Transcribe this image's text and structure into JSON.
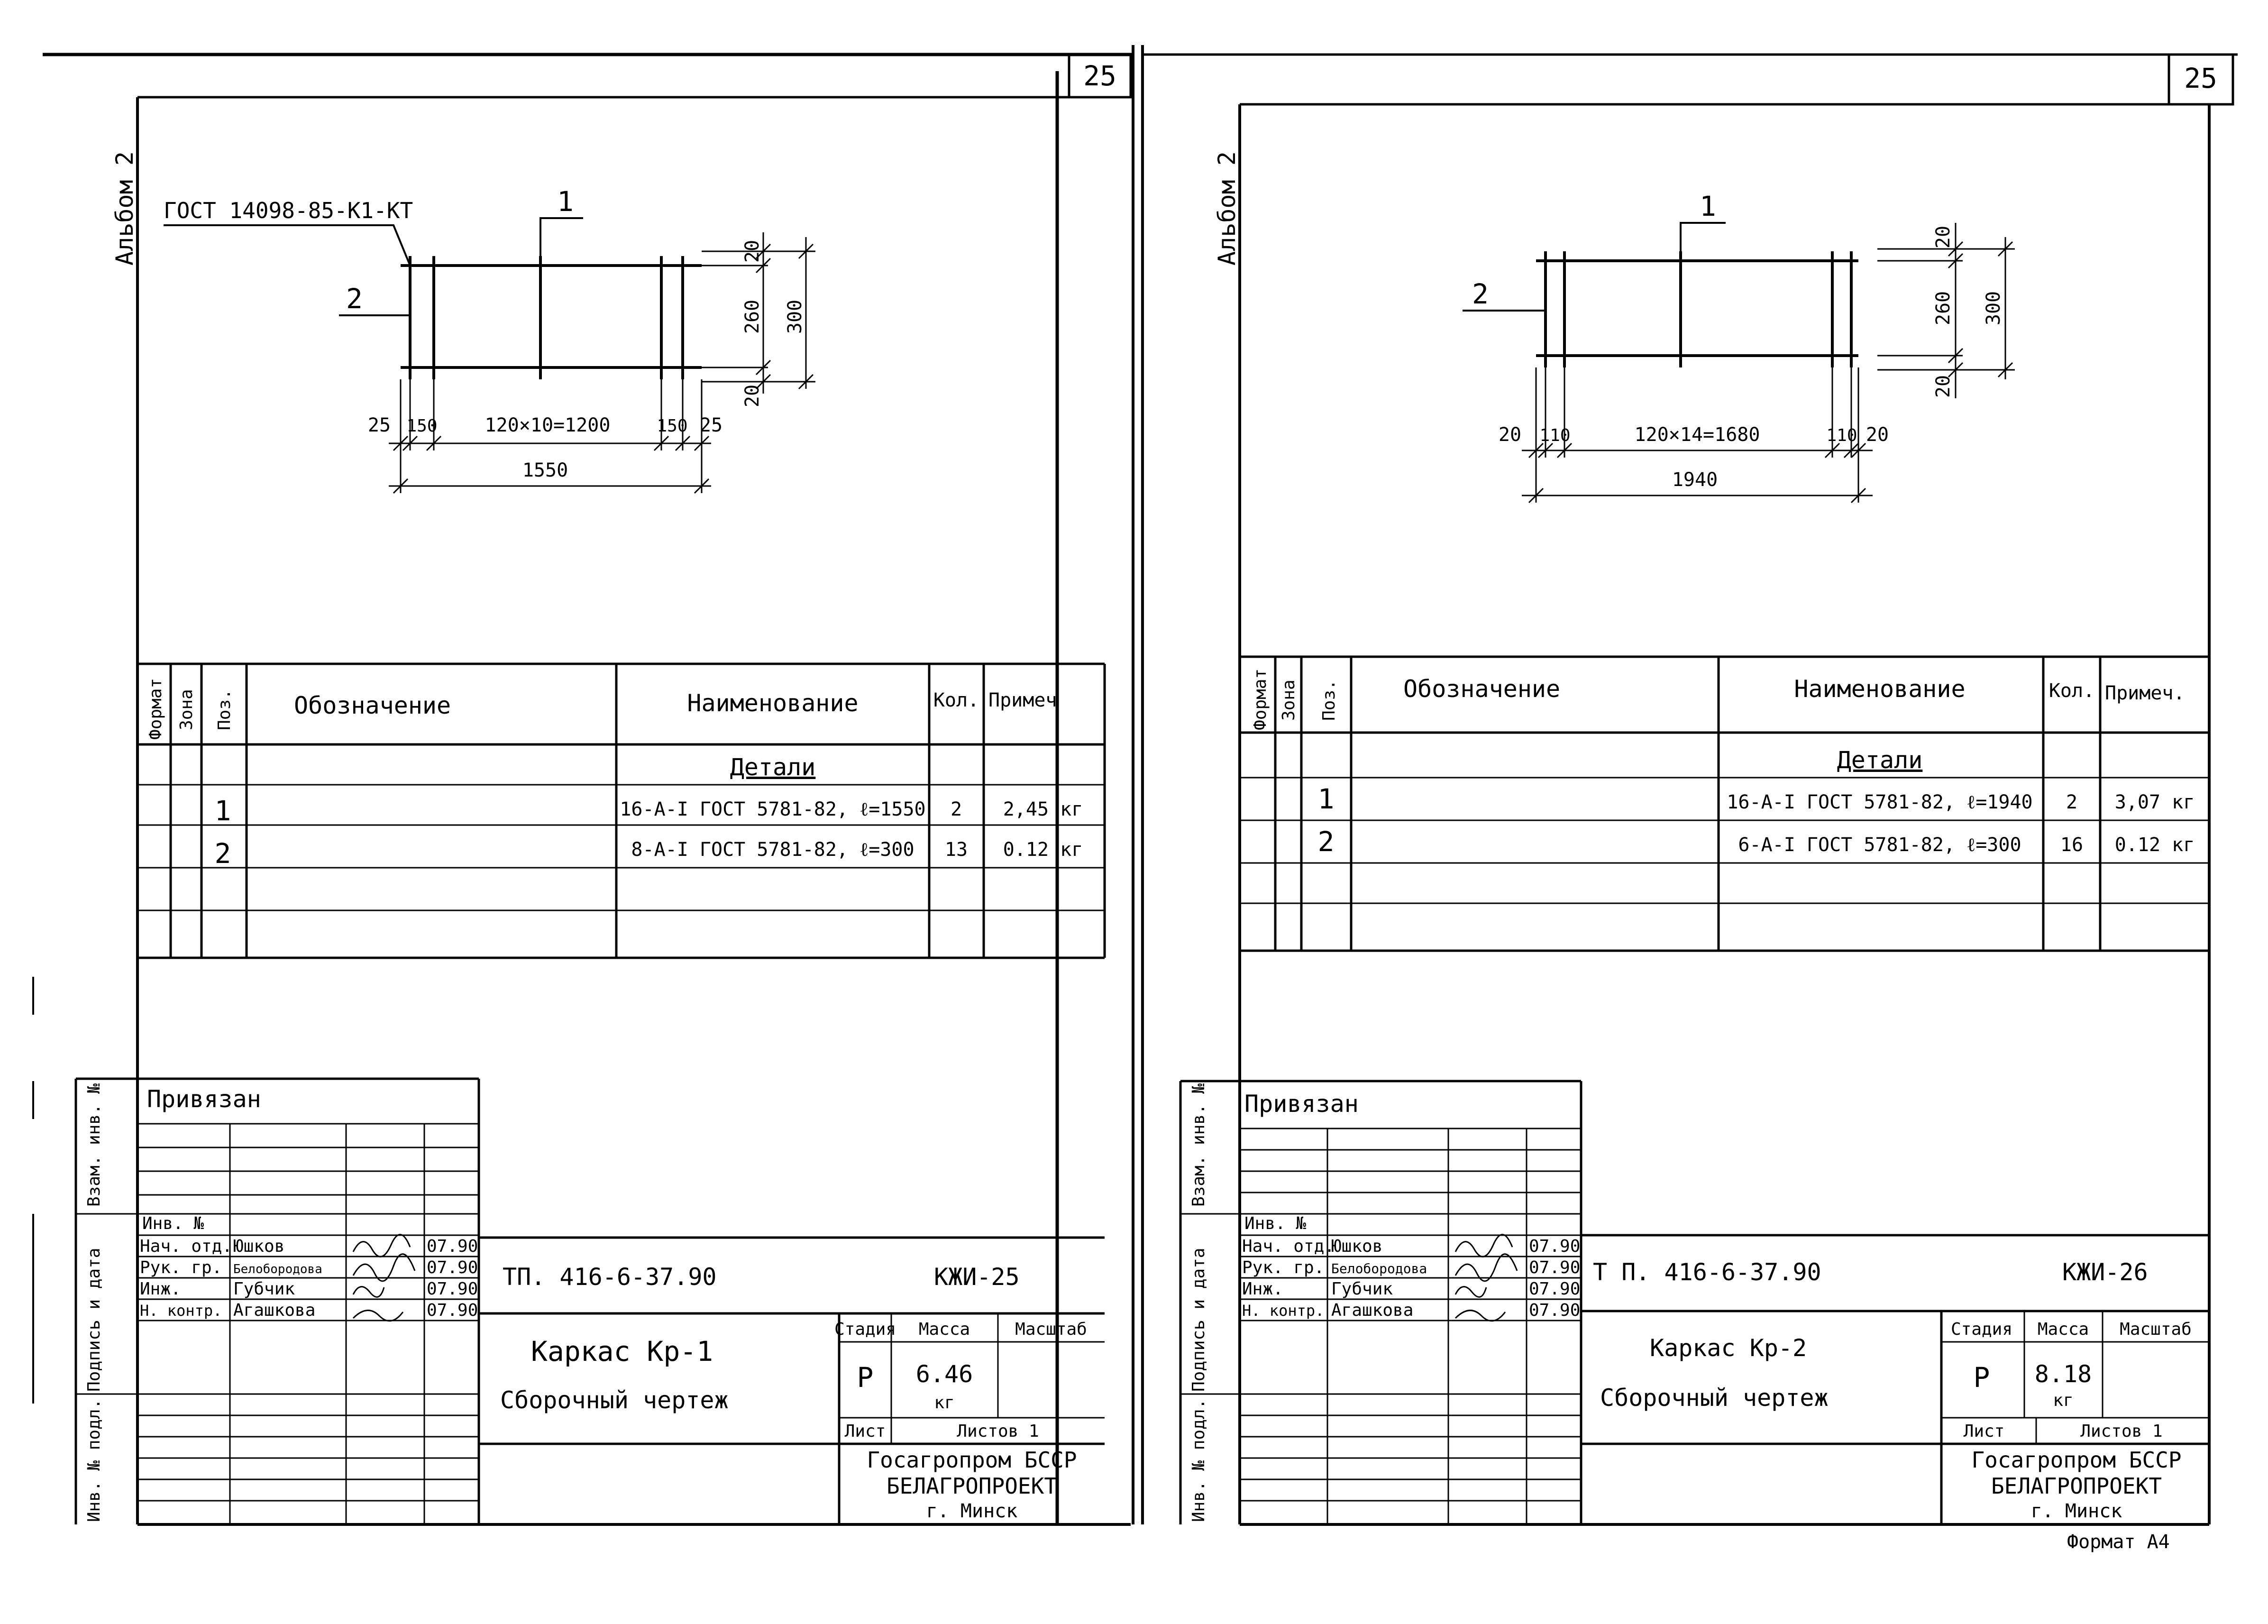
{
  "sheets": [
    {
      "page_number": "25",
      "album": "Альбом 2",
      "weld_note": "ГОСТ 14098-85-К1-КТ",
      "callouts": {
        "pos1": "1",
        "pos2": "2"
      },
      "dims": {
        "d20a": "20",
        "d260": "260",
        "d300": "300",
        "d20b": "20",
        "end_left": "25",
        "edge_left": "150",
        "span": "120×10=1200",
        "edge_right": "150",
        "end_right": "25",
        "overall": "1550"
      },
      "spec": {
        "headers": {
          "format": "Формат",
          "zone": "Зона",
          "pos": "Поз.",
          "designation": "Обозначение",
          "name": "Наименование",
          "qty": "Кол.",
          "note": "Примеч"
        },
        "section": "Детали",
        "rows": [
          {
            "pos": "1",
            "name": "16-А-I ГОСТ 5781-82, ℓ=1550",
            "qty": "2",
            "note": "2,45 кг"
          },
          {
            "pos": "2",
            "name": "8-А-I ГОСТ 5781-82, ℓ=300",
            "qty": "13",
            "note": "0.12 кг"
          }
        ]
      },
      "side_labels": {
        "vzam": "Взам. инв. №",
        "podpis": "Подпись и дата",
        "inv": "Инв. № подл."
      },
      "title_block": {
        "privyazan": "Привязан",
        "inv_no": "Инв. №",
        "staff": [
          {
            "role": "Нач. отд.",
            "name": "Юшков",
            "date": "07.90"
          },
          {
            "role": "Рук. гр.",
            "name": "Белобородова",
            "date": "07.90"
          },
          {
            "role": "Инж.",
            "name": "Губчик",
            "date": "07.90"
          },
          {
            "role": "Н. контр.",
            "name": "Агашкова",
            "date": "07.90"
          }
        ],
        "project": "ТП. 416-6-37.90",
        "code": "КЖИ-25",
        "title1": "Каркас  Кр-1",
        "title2": "Сборочный  чертеж",
        "stage_h": "Стадия",
        "mass_h": "Масса",
        "scale_h": "Масштаб",
        "stage": "Р",
        "mass": "6.46",
        "mass_unit": "кг",
        "sheet_h": "Лист",
        "sheets_h": "Листов 1",
        "org1": "Госагропром БССР",
        "org2": "БЕЛАГРОПРОЕКТ",
        "org3": "г. Минск"
      }
    },
    {
      "page_number": "25",
      "album": "Альбом 2",
      "callouts": {
        "pos1": "1",
        "pos2": "2"
      },
      "dims": {
        "d20a": "20",
        "d260": "260",
        "d300": "300",
        "d20b": "20",
        "end_left": "20",
        "edge_left": "110",
        "span": "120×14=1680",
        "edge_right": "110",
        "end_right": "20",
        "overall": "1940"
      },
      "spec": {
        "headers": {
          "format": "Формат",
          "zone": "Зона",
          "pos": "Поз.",
          "designation": "Обозначение",
          "name": "Наименование",
          "qty": "Кол.",
          "note": "Примеч."
        },
        "section": "Детали",
        "rows": [
          {
            "pos": "1",
            "name": "16-А-I ГОСТ 5781-82, ℓ=1940",
            "qty": "2",
            "note": "3,07 кг"
          },
          {
            "pos": "2",
            "name": "6-А-I ГОСТ 5781-82,  ℓ=300",
            "qty": "16",
            "note": "0.12 кг"
          }
        ]
      },
      "side_labels": {
        "vzam": "Взам. инв. №",
        "podpis": "Подпись и дата",
        "inv": "Инв. № подл."
      },
      "title_block": {
        "privyazan": "Привязан",
        "inv_no": "Инв. №",
        "staff": [
          {
            "role": "Нач. отд.",
            "name": "Юшков",
            "date": "07.90"
          },
          {
            "role": "Рук. гр.",
            "name": "Белобородова",
            "date": "07.90"
          },
          {
            "role": "Инж.",
            "name": "Губчик",
            "date": "07.90"
          },
          {
            "role": "Н. контр.",
            "name": "Агашкова",
            "date": "07.90"
          }
        ],
        "project": "Т П. 416-6-37.90",
        "code": "КЖИ-26",
        "title1": "Каркас  Кр-2",
        "title2": "Сборочный   чертеж",
        "stage_h": "Стадия",
        "mass_h": "Масса",
        "scale_h": "Масштаб",
        "stage": "Р",
        "mass": "8.18",
        "mass_unit": "кг",
        "sheet_h": "Лист",
        "sheets_h": "Листов 1",
        "org1": "Госагропром БССР",
        "org2": "БЕЛАГРОПРОЕКТ",
        "org3": "г. Минск"
      },
      "format_label": "Формат А4"
    }
  ]
}
